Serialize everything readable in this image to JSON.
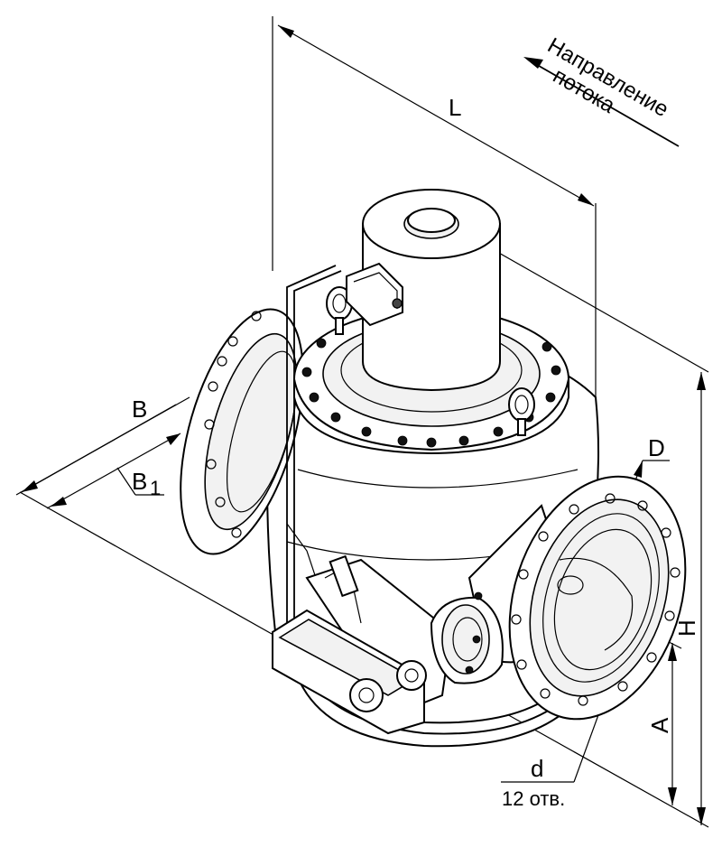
{
  "labels": {
    "L": "L",
    "B": "B",
    "B1_main": "B",
    "B1_sub": "1",
    "D": "D",
    "H": "H",
    "A": "A",
    "d": "d",
    "holes": "12 отв.",
    "flow_line1": "Направление",
    "flow_line2": "потока"
  },
  "colors": {
    "line": "#000000",
    "background": "#ffffff"
  }
}
